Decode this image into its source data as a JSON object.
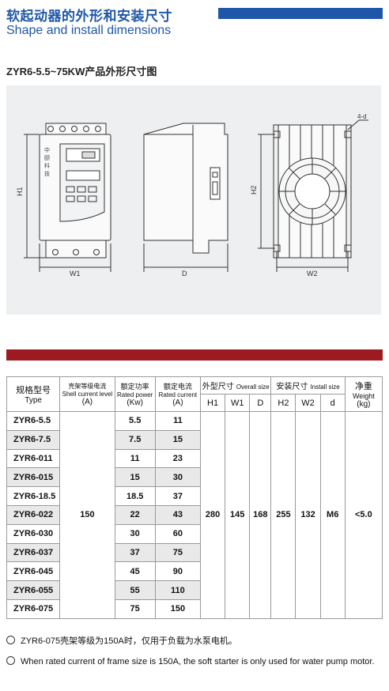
{
  "header": {
    "title_cn": "软起动器的外形和安装尺寸",
    "title_en": "Shape and install dimensions",
    "accent_color": "#1f57a8"
  },
  "section": {
    "subtitle": "ZYR6-5.5~75KW产品外形尺寸图",
    "divider_color": "#9c1a20"
  },
  "drawing": {
    "front_view": {
      "panel_text": [
        "中",
        "颐",
        "科",
        "技"
      ],
      "dim_h": "H1",
      "dim_w": "W1"
    },
    "side_view": {
      "dim_d": "D"
    },
    "rear_view": {
      "hole_label": "4-d",
      "dim_h": "H2",
      "dim_w": "W2"
    }
  },
  "table": {
    "headers": {
      "type": {
        "cn": "规格型号",
        "en": "Type"
      },
      "shell": {
        "cn": "壳架等级电流",
        "en": "Shell current level",
        "unit": "(A)"
      },
      "power": {
        "cn": "额定功率",
        "en": "Rated power",
        "unit": "(Kw)"
      },
      "current": {
        "cn": "额定电流",
        "en": "Rated current",
        "unit": "(A)"
      },
      "overall": {
        "cn": "外型尺寸",
        "en": "Overall size"
      },
      "install": {
        "cn": "安装尺寸",
        "en": "Install size"
      },
      "weight": {
        "cn": "净重",
        "en": "Weight",
        "unit": "(kg)"
      },
      "h1": "H1",
      "w1": "W1",
      "d_dim": "D",
      "h2": "H2",
      "w2": "W2",
      "d": "d"
    },
    "rows": [
      {
        "type": "ZYR6-5.5",
        "power": "5.5",
        "current": "11"
      },
      {
        "type": "ZYR6-7.5",
        "power": "7.5",
        "current": "15"
      },
      {
        "type": "ZYR6-011",
        "power": "11",
        "current": "23"
      },
      {
        "type": "ZYR6-015",
        "power": "15",
        "current": "30"
      },
      {
        "type": "ZYR6-18.5",
        "power": "18.5",
        "current": "37"
      },
      {
        "type": "ZYR6-022",
        "power": "22",
        "current": "43"
      },
      {
        "type": "ZYR6-030",
        "power": "30",
        "current": "60"
      },
      {
        "type": "ZYR6-037",
        "power": "37",
        "current": "75"
      },
      {
        "type": "ZYR6-045",
        "power": "45",
        "current": "90"
      },
      {
        "type": "ZYR6-055",
        "power": "55",
        "current": "110"
      },
      {
        "type": "ZYR6-075",
        "power": "75",
        "current": "150"
      }
    ],
    "shared": {
      "shell": "150",
      "h1": "280",
      "w1": "145",
      "d_dim": "168",
      "h2": "255",
      "w2": "132",
      "d": "M6",
      "weight": "<5.0"
    }
  },
  "notes": {
    "cn": "ZYR6-075壳架等级为150A时，仅用于负载为水泵电机。",
    "en": "When rated current of frame size is 150A, the soft starter is only used for water pump motor."
  }
}
